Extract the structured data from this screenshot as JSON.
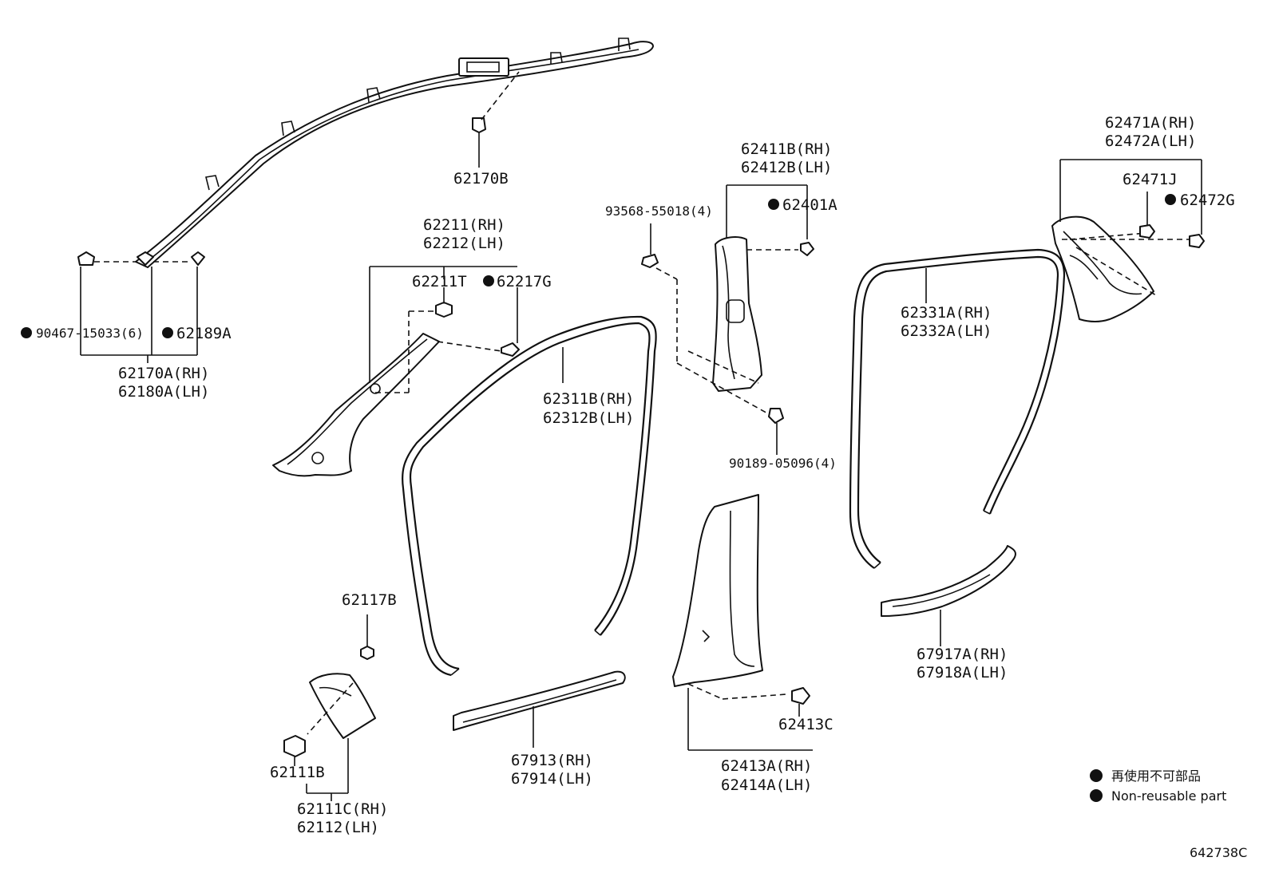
{
  "labels": {
    "p62170B": "62170B",
    "p90467": "90467-15033(6)",
    "p62189A": "62189A",
    "p62170A": "62170A(RH)",
    "p62180A": "62180A(LH)",
    "p62211": "62211(RH)",
    "p62212": "62212(LH)",
    "p62211T": "62211T",
    "p62217G": "62217G",
    "p62311B": "62311B(RH)",
    "p62312B": "62312B(LH)",
    "p93568": "93568-55018(4)",
    "p62411B": "62411B(RH)",
    "p62412B": "62412B(LH)",
    "p62401A": "62401A",
    "p90189": "90189-05096(4)",
    "p62331A": "62331A(RH)",
    "p62332A": "62332A(LH)",
    "p62471A": "62471A(RH)",
    "p62472A": "62472A(LH)",
    "p62471J": "62471J",
    "p62472G": "62472G",
    "p62117B": "62117B",
    "p62111B": "62111B",
    "p62111C": "62111C(RH)",
    "p62112": "62112(LH)",
    "p67913": "67913(RH)",
    "p67914": "67914(LH)",
    "p62413C": "62413C",
    "p62413A": "62413A(RH)",
    "p62414A": "62414A(LH)",
    "p67917A": "67917A(RH)",
    "p67918A": "67918A(LH)"
  },
  "legend": {
    "ja": "再使用不可部品",
    "en": "Non-reusable part"
  },
  "diagram_code": "642738C",
  "colors": {
    "line": "#111111",
    "background": "#ffffff"
  }
}
